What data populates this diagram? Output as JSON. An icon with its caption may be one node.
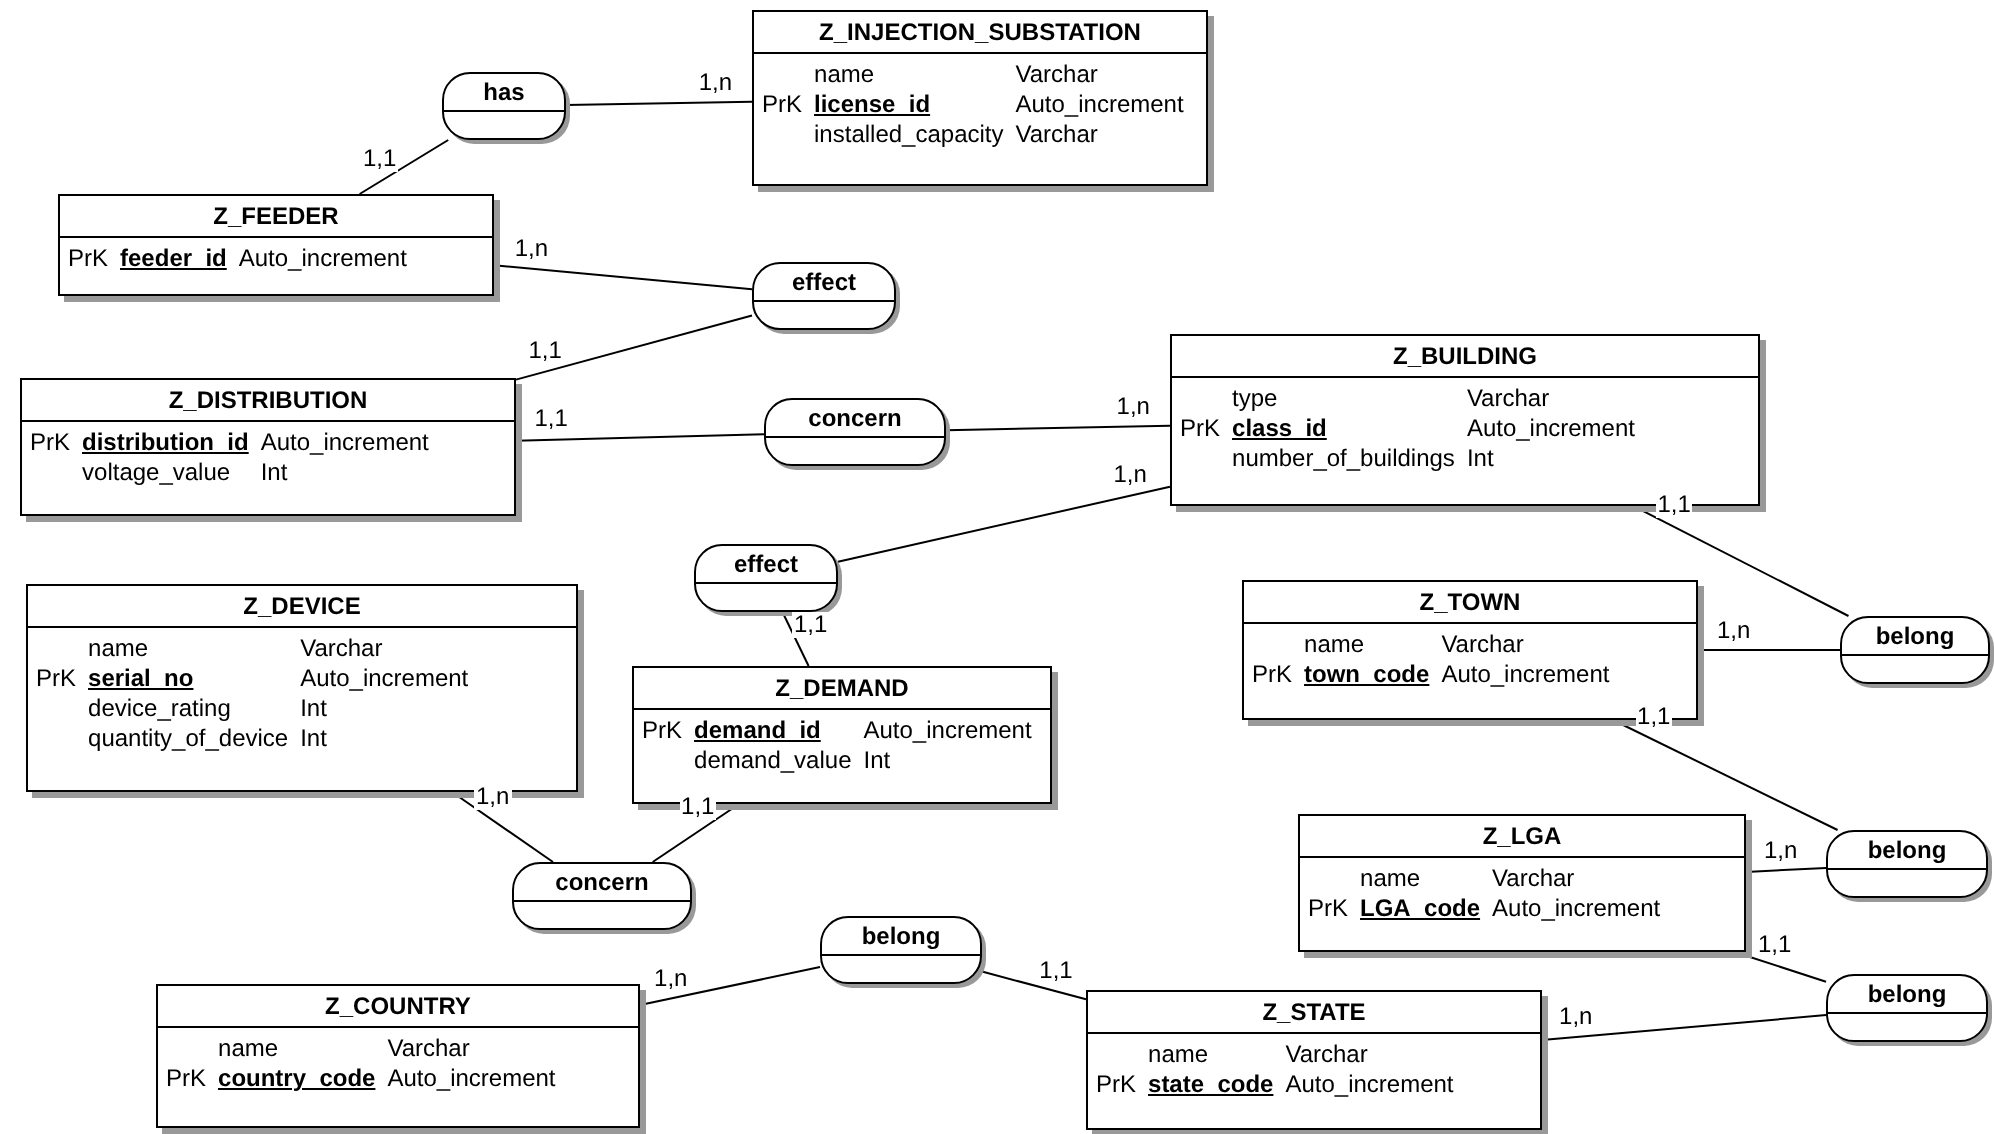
{
  "diagram": {
    "nodes": [
      {
        "text": [
          "Z_INJECTION_SUBSTATION",
          "name",
          "Varchar",
          "PrK",
          "**license_id**",
          "Auto_increment",
          "installed_capacity",
          "Varchar"
        ]
      },
      {
        "text": [
          "has"
        ]
      },
      {
        "text": [
          "Z_FEEDER",
          "PrK",
          "**feeder_id**",
          "Auto_increment"
        ]
      },
      {
        "text": [
          "effect"
        ]
      },
      {
        "text": [
          "Z_DISTRIBUTION",
          "PrK",
          "**distribution_id**",
          "Auto_increment",
          "voltage_value",
          "Int"
        ]
      },
      {
        "text": [
          "concern"
        ]
      },
      {
        "text": [
          "Z_BUILDING",
          "type",
          "Varchar",
          "PrK",
          "**class_id**",
          "Auto_increment",
          "number_of_buildings",
          "Int"
        ]
      },
      {
        "text": [
          "effect"
        ]
      },
      {
        "text": [
          "Z_DEVICE",
          "name",
          "Varchar",
          "PrK",
          "**serial_no**",
          "Auto_increment",
          "device_rating",
          "Int",
          "quantity_of_device",
          "Int"
        ]
      },
      {
        "text": [
          "Z_TOWN",
          "name",
          "Varchar",
          "PrK",
          "**town_code**",
          "Auto_increment"
        ]
      },
      {
        "text": [
          "belong"
        ]
      },
      {
        "text": [
          "Z_DEMAND",
          "PrK",
          "**demand_id**",
          "Auto_increment",
          "demand_value",
          "Int"
        ]
      },
      {
        "text": [
          "Z_LGA",
          "name",
          "Varchar",
          "PrK",
          "**LGA_code**",
          "Auto_increment"
        ]
      },
      {
        "text": [
          "belong"
        ]
      },
      {
        "text": [
          "concern"
        ]
      },
      {
        "text": [
          "belong"
        ]
      },
      {
        "text": [
          "Z_COUNTRY",
          "name",
          "Varchar",
          "PrK",
          "**country_code**",
          "Auto_increment"
        ]
      },
      {
        "text": [
          "belong"
        ]
      },
      {
        "text": [
          "Z_STATE",
          "name",
          "Varchar",
          "PrK",
          "**state_code**",
          "Auto_increment"
        ]
      }
    ],
    "edges": [
      {
        "from": 0,
        "to": 1,
        "arrow": "none",
        "label": "1,n"
      },
      {
        "from": 2,
        "to": 1,
        "arrow": "none",
        "label": "1,1"
      },
      {
        "from": 2,
        "to": 3,
        "arrow": "none",
        "label": "1,n"
      },
      {
        "from": 4,
        "to": 3,
        "arrow": "none",
        "label": "1,1"
      },
      {
        "from": 4,
        "to": 5,
        "arrow": "none",
        "label": "1,1"
      },
      {
        "from": 6,
        "to": 5,
        "arrow": "none",
        "label": "1,n"
      },
      {
        "from": 6,
        "to": 7,
        "arrow": "none",
        "label": "1,n"
      },
      {
        "from": 11,
        "to": 7,
        "arrow": "none",
        "label": "1,1"
      },
      {
        "from": 8,
        "to": 14,
        "arrow": "none",
        "label": "1,n"
      },
      {
        "from": 11,
        "to": 14,
        "arrow": "none",
        "label": "1,1"
      },
      {
        "from": 16,
        "to": 15,
        "arrow": "none",
        "label": "1,n"
      },
      {
        "from": 18,
        "to": 15,
        "arrow": "none",
        "label": "1,1"
      },
      {
        "from": 6,
        "to": 10,
        "arrow": "none",
        "label": "1,1"
      },
      {
        "from": 9,
        "to": 10,
        "arrow": "none",
        "label": "1,n"
      },
      {
        "from": 9,
        "to": 13,
        "arrow": "none",
        "label": "1,1"
      },
      {
        "from": 12,
        "to": 13,
        "arrow": "none",
        "label": "1,n"
      },
      {
        "from": 12,
        "to": 17,
        "arrow": "none",
        "label": "1,1"
      },
      {
        "from": 18,
        "to": 17,
        "arrow": "none",
        "label": "1,n"
      }
    ]
  }
}
